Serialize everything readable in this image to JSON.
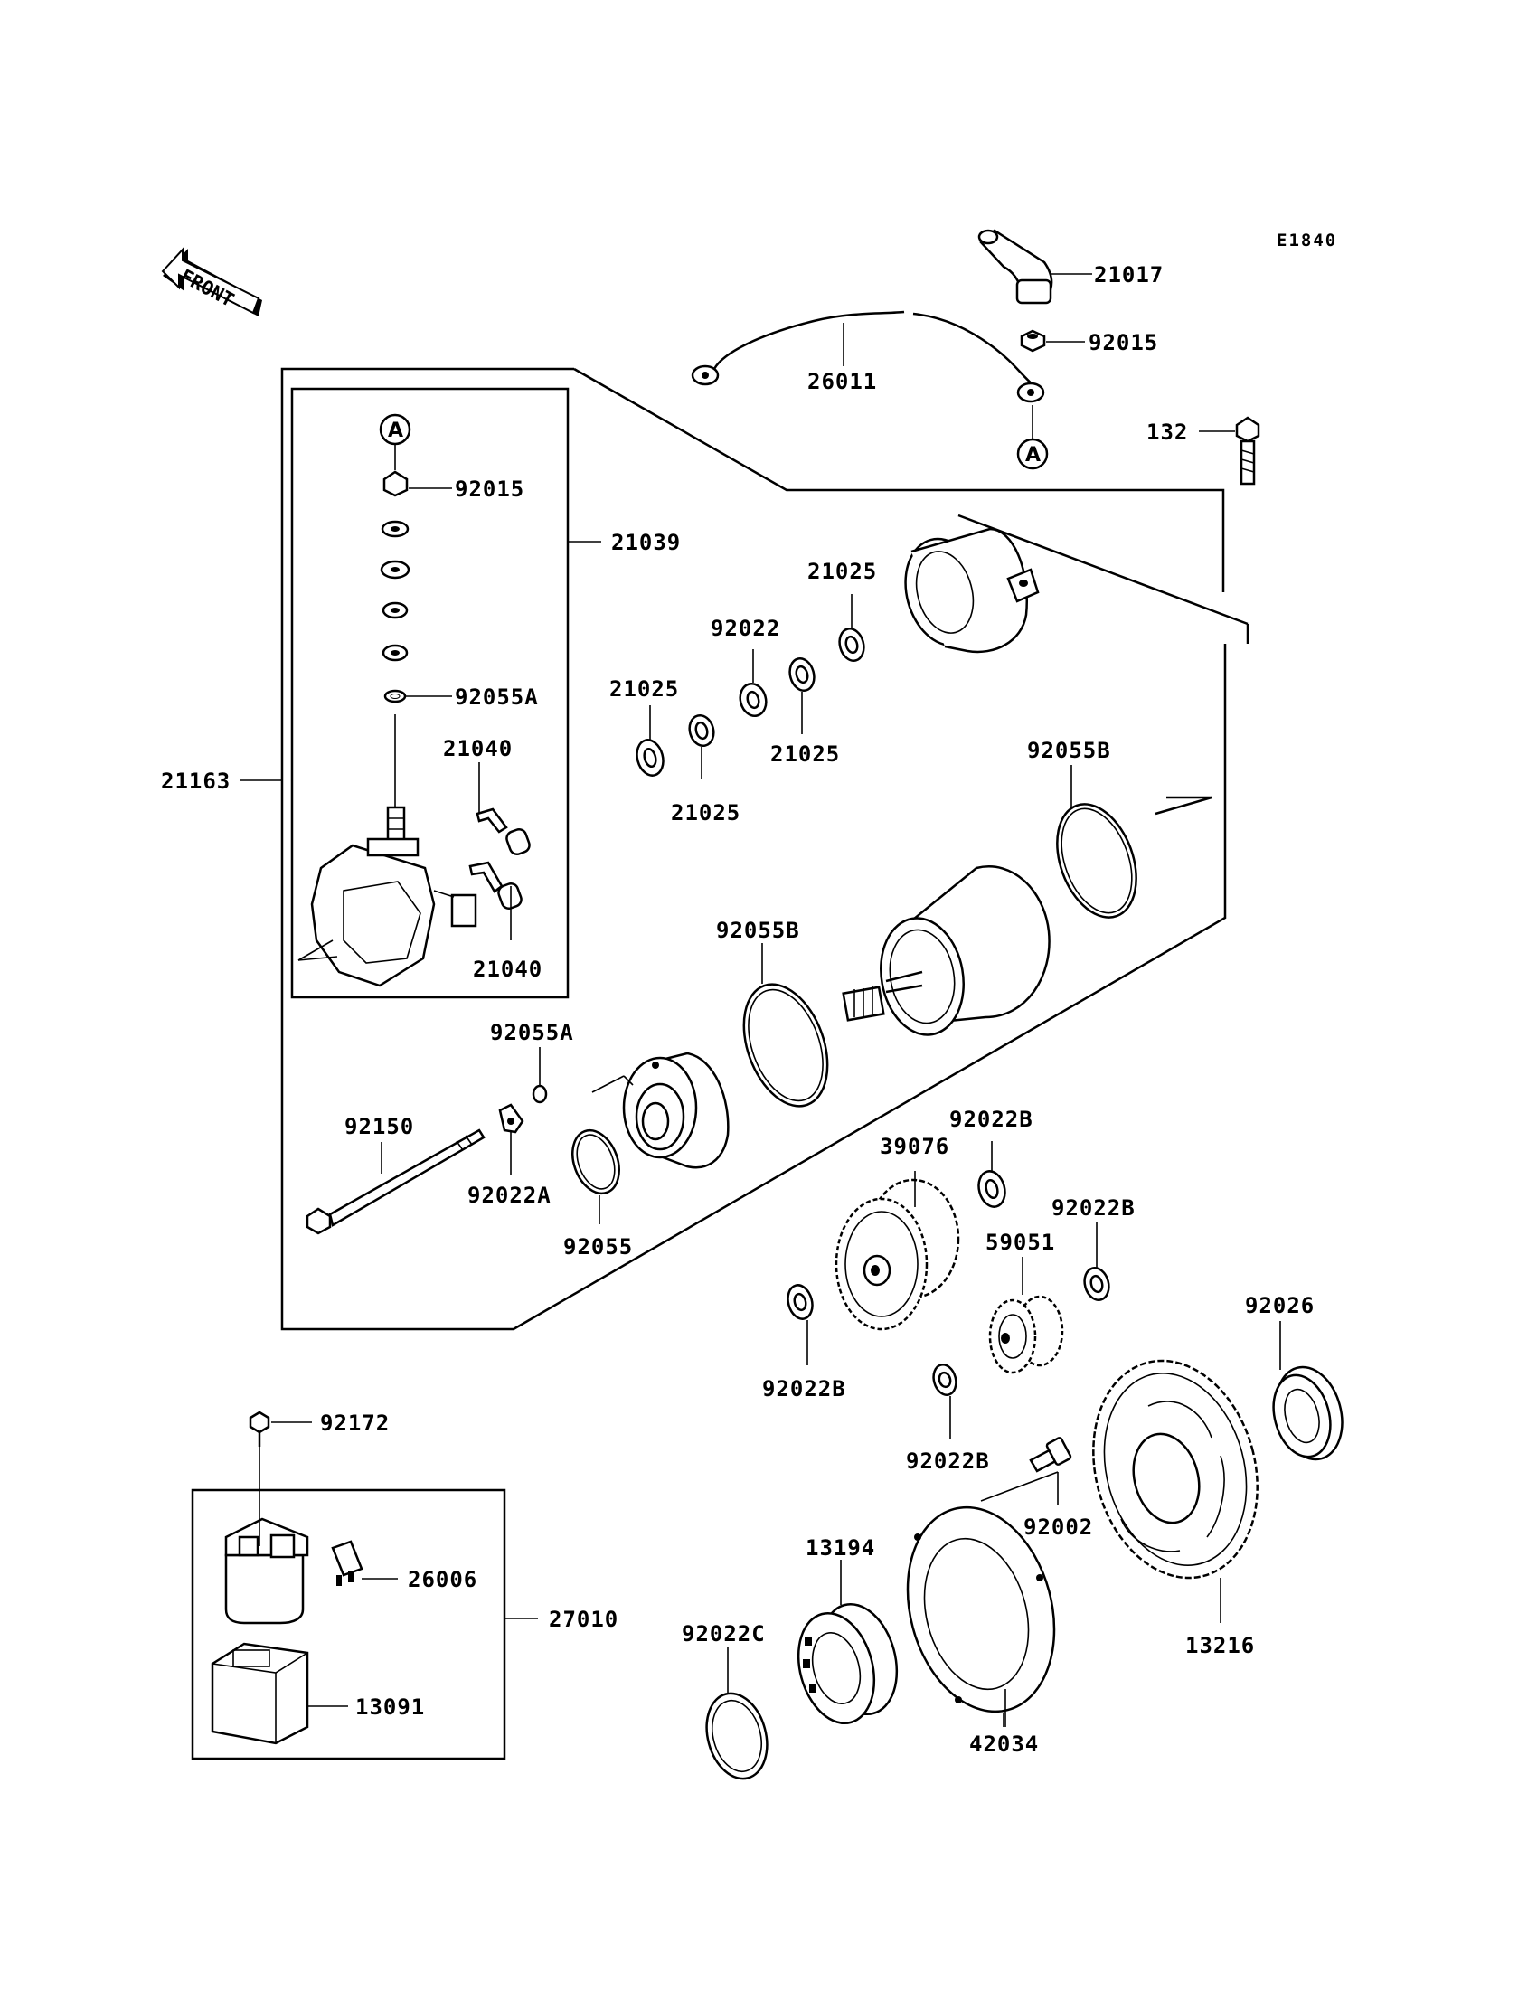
{
  "diagram_code": "E1840",
  "front_label": "FRONT",
  "connector_mark": "A",
  "parts": {
    "p21017": "21017",
    "p92015_top": "92015",
    "p26011": "26011",
    "p132": "132",
    "p92015_brush": "92015",
    "p21039": "21039",
    "p92055A_upper": "92055A",
    "p21040_upper": "21040",
    "p21040_lower": "21040",
    "p21163": "21163",
    "p21025_a": "21025",
    "p92022": "92022",
    "p21025_b": "21025",
    "p21025_c": "21025",
    "p21025_d": "21025",
    "p92055B_right": "92055B",
    "p92055B_left": "92055B",
    "p92055A_lower": "92055A",
    "p92150": "92150",
    "p92022A": "92022A",
    "p92055": "92055",
    "p92022B_a": "92022B",
    "p39076": "39076",
    "p92022B_b": "92022B",
    "p59051": "59051",
    "p92026": "92026",
    "p92022B_c": "92022B",
    "p92022B_d": "92022B",
    "p92002": "92002",
    "p92172": "92172",
    "p26006": "26006",
    "p27010": "27010",
    "p13091": "13091",
    "p13194": "13194",
    "p92022C": "92022C",
    "p42034": "42034",
    "p13216": "13216"
  }
}
